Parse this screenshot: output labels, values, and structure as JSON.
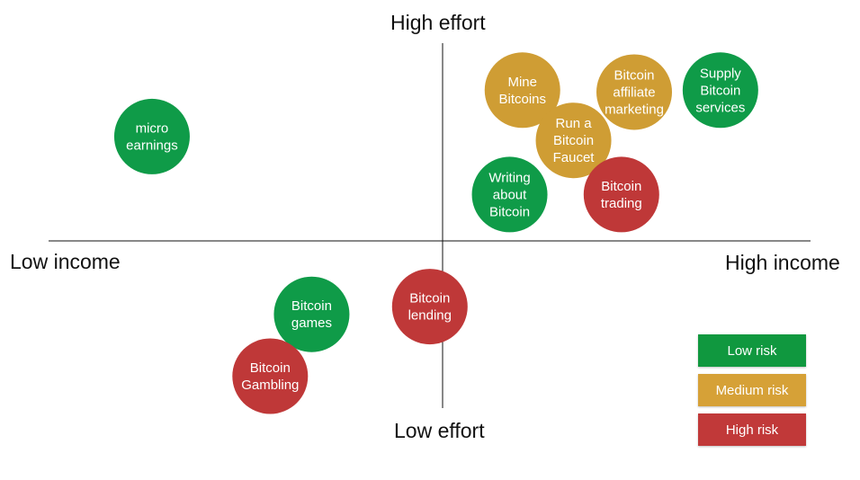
{
  "chart_data": {
    "type": "scatter",
    "title": "",
    "axes": {
      "top": "High effort",
      "bottom": "Low effort",
      "left": "Low income",
      "right": "High income"
    },
    "xlim": [
      -10,
      10
    ],
    "ylim": [
      -10,
      10
    ],
    "grid": false,
    "legend_placement": "bottom-right",
    "legend": [
      {
        "label": "Low risk",
        "risk": "low"
      },
      {
        "label": "Medium risk",
        "risk": "medium"
      },
      {
        "label": "High risk",
        "risk": "high"
      }
    ],
    "colors": {
      "low": "#0f9b48",
      "medium": "#cf9d34",
      "high": "#bf3838",
      "low_legend": "#10983f",
      "medium_legend": "#d6a137",
      "high_legend": "#c13939"
    },
    "points": [
      {
        "label": "micro\nearnings",
        "x": -9.1,
        "y": 5.4,
        "risk": "low"
      },
      {
        "label": "Mine\nBitcoins",
        "x": 2.5,
        "y": 7.8,
        "risk": "medium"
      },
      {
        "label": "Bitcoin\naffiliate\nmarketing",
        "x": 6.0,
        "y": 7.7,
        "risk": "medium"
      },
      {
        "label": "Supply\nBitcoin\nservices",
        "x": 8.7,
        "y": 7.8,
        "risk": "low"
      },
      {
        "label": "Run a\nBitcoin\nFaucet",
        "x": 4.1,
        "y": 5.2,
        "risk": "medium"
      },
      {
        "label": "Writing\nabout\nBitcoin",
        "x": 2.1,
        "y": 2.4,
        "risk": "low"
      },
      {
        "label": "Bitcoin\ntrading",
        "x": 5.6,
        "y": 2.4,
        "risk": "high"
      },
      {
        "label": "Bitcoin\nlending",
        "x": -0.4,
        "y": -3.4,
        "risk": "high"
      },
      {
        "label": "Bitcoin\ngames",
        "x": -4.1,
        "y": -3.8,
        "risk": "low"
      },
      {
        "label": "Bitcoin\nGambling",
        "x": -5.4,
        "y": -7.0,
        "risk": "high"
      }
    ]
  }
}
